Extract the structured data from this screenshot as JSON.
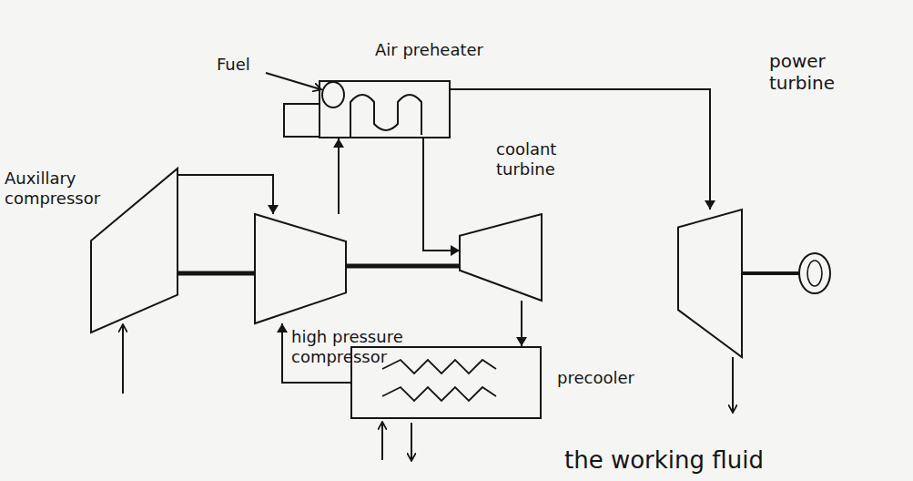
{
  "diagram": {
    "nodes": [
      {
        "text": [
          "Auxillary compressor"
        ]
      },
      {
        "text": [
          "high pressure compressor"
        ]
      },
      {
        "text": [
          "coolant turbine"
        ]
      },
      {
        "text": [
          "Air preheater"
        ]
      },
      {
        "text": [
          "power turbine"
        ]
      },
      {
        "text": [
          "precooler"
        ]
      }
    ],
    "edges": [
      {
        "from": 0,
        "to": 1,
        "arrow": "to"
      },
      {
        "from": 1,
        "to": 3,
        "arrow": "to"
      },
      {
        "from": 3,
        "to": 4,
        "arrow": "to"
      },
      {
        "from": 3,
        "to": 2,
        "arrow": "to"
      },
      {
        "from": 2,
        "to": 5,
        "arrow": "to"
      },
      {
        "from": 5,
        "to": 1,
        "arrow": "to"
      }
    ],
    "labels": [
      "Fuel",
      "the working fluid"
    ]
  }
}
